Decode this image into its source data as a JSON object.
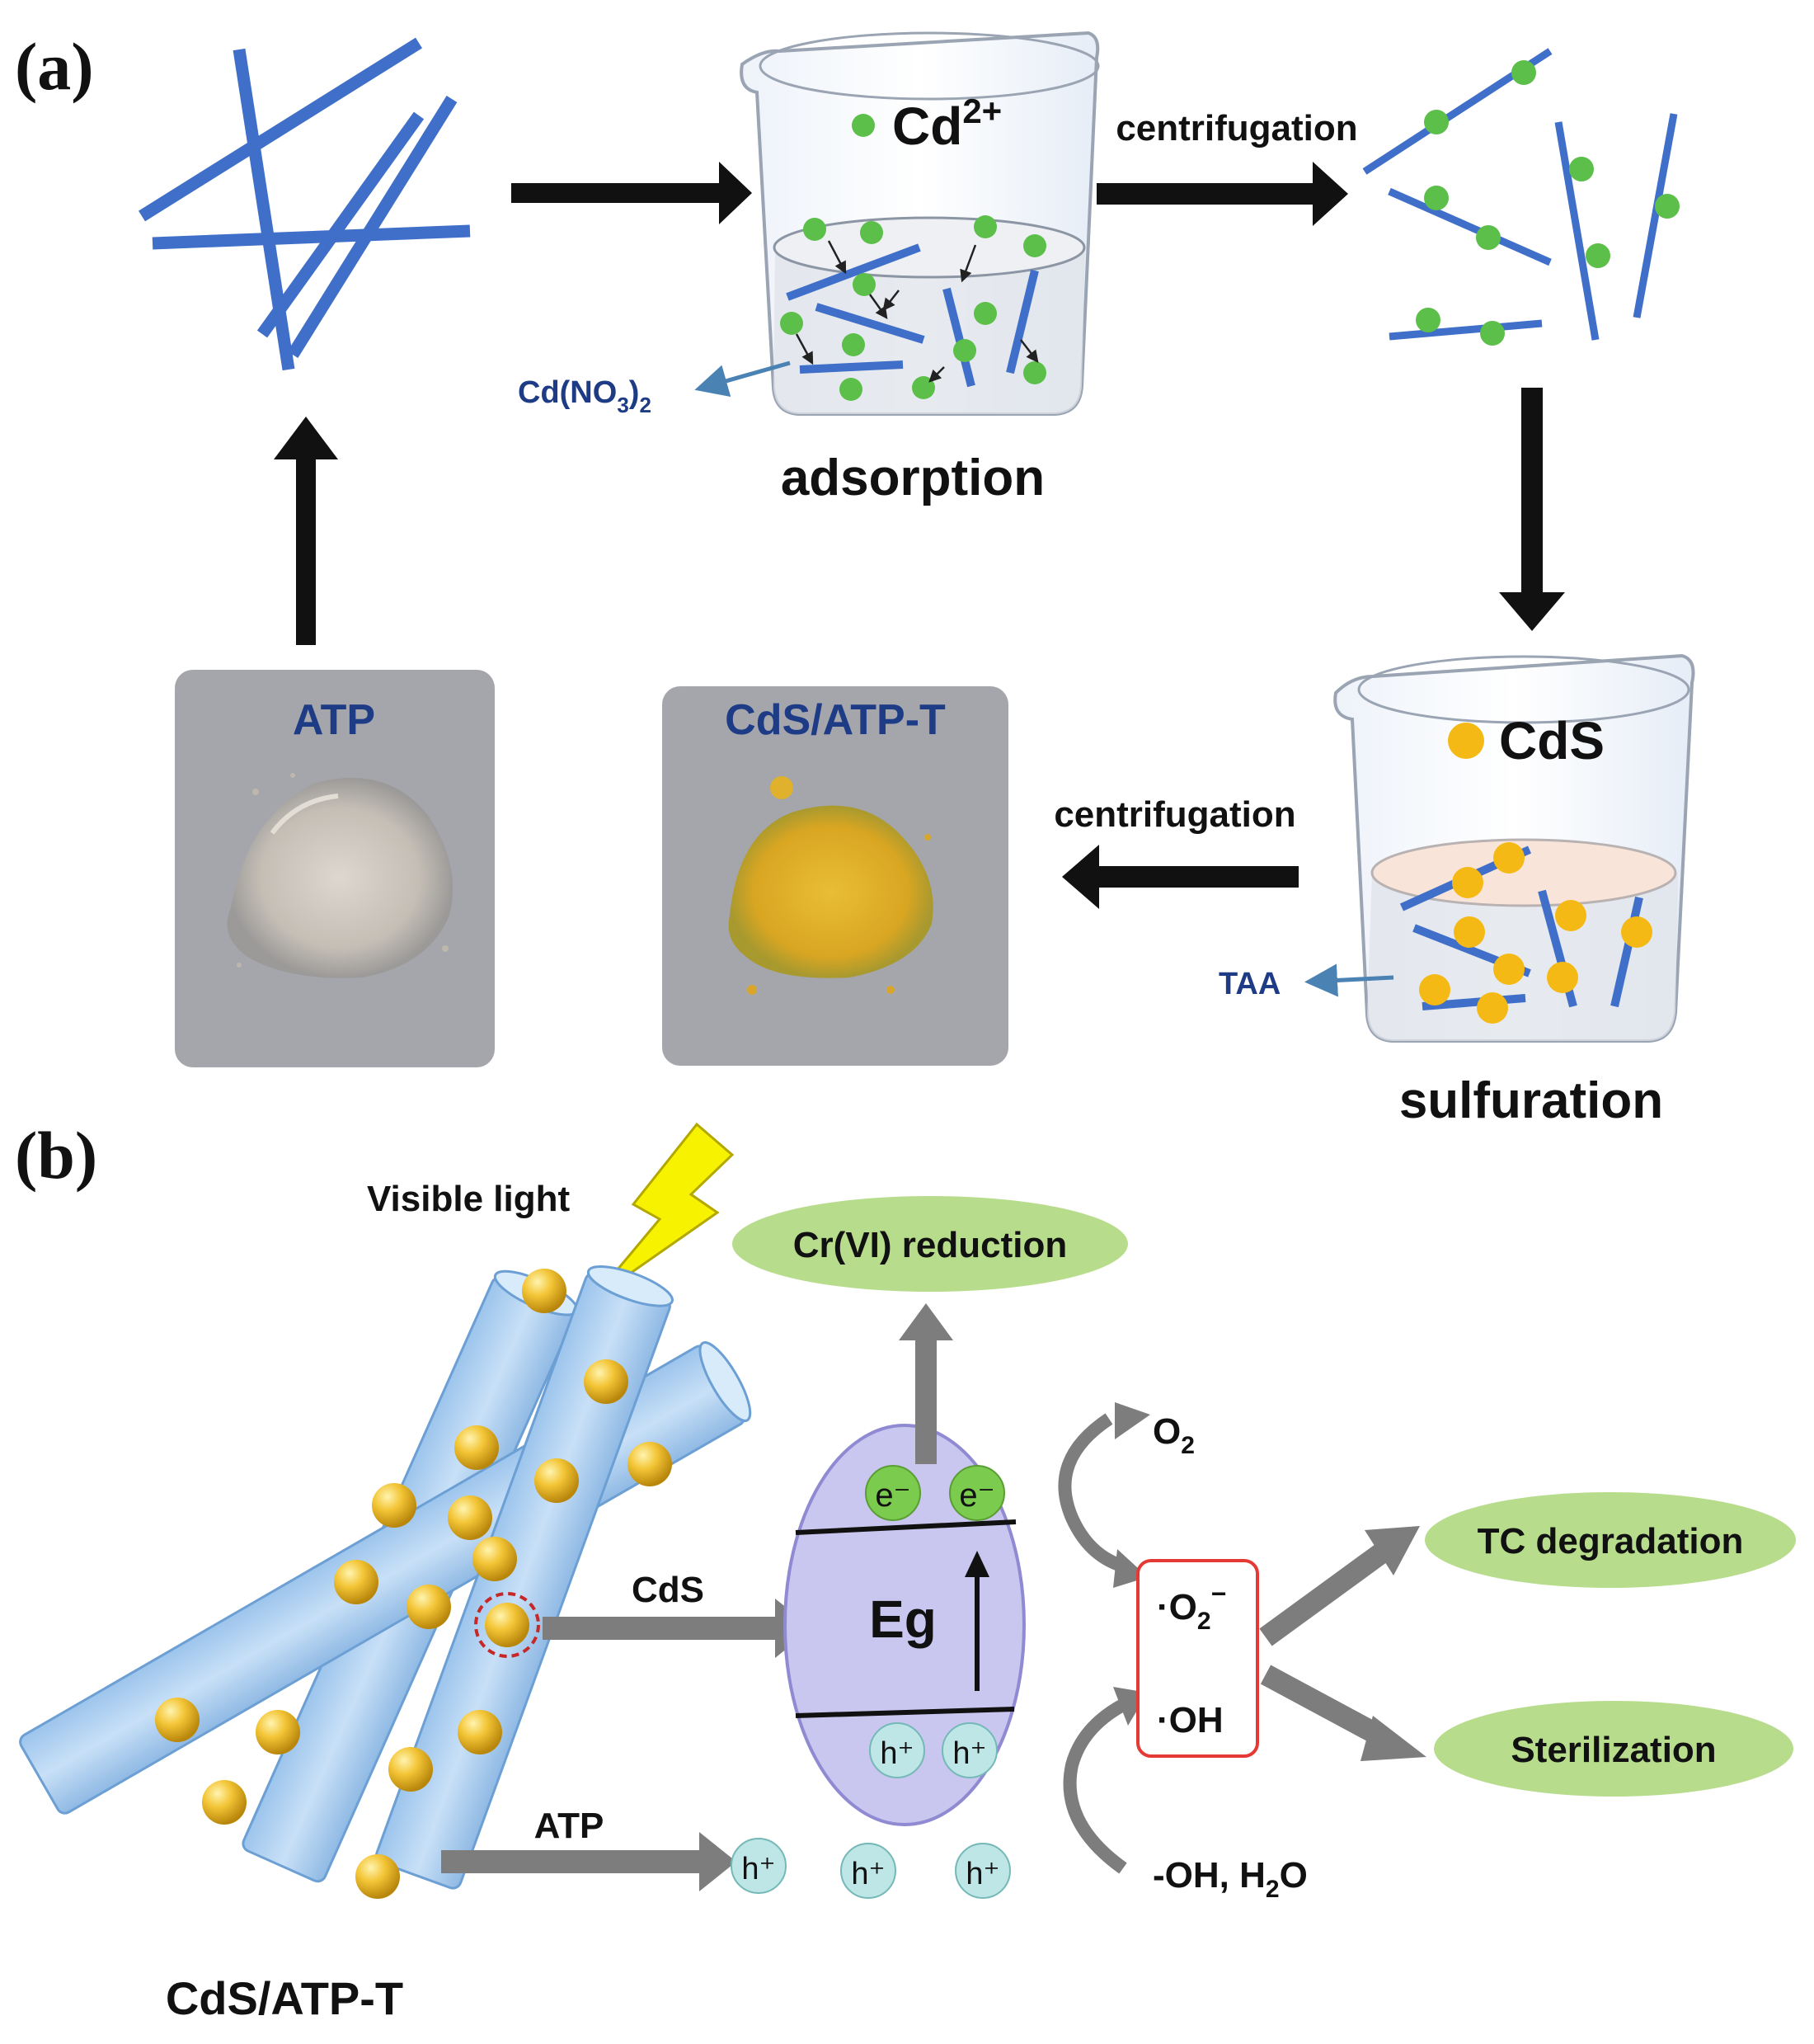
{
  "panel_a": {
    "label": "(a)",
    "cd_ion": "Cd",
    "cd_ion_sup": "2+",
    "cd_source": "Cd(NO",
    "cd_source_sub3": "3",
    "cd_source_close": ")",
    "cd_source_sub2": "2",
    "step_adsorption": "adsorption",
    "centrifugation_1": "centrifugation",
    "product_species": "CdS",
    "sulfur_source": "TAA",
    "step_sulfuration": "sulfuration",
    "centrifugation_2": "centrifugation",
    "photo_atp": "ATP",
    "photo_product": "CdS/ATP-T",
    "colors": {
      "fiber": "#3f6fc9",
      "cd_ion": "#5cbf4a",
      "cds": "#f5b915",
      "photo_label": "#1e3b86",
      "photo_bg": "#9ea0a6",
      "atp_powder": "#cfcac2",
      "cds_powder": "#e3b22a"
    }
  },
  "panel_b": {
    "label": "(b)",
    "light": "Visible light",
    "composite": "CdS/ATP-T",
    "arrow_cds": "CdS",
    "arrow_atp": "ATP",
    "band_gap": "Eg",
    "electron": "e⁻",
    "hole": "h⁺",
    "cr_reduction": "Cr(VI) reduction",
    "oxygen": "O",
    "oxygen_sub": "2",
    "superoxide": "·O",
    "superoxide_sub": "2",
    "superoxide_sup": "−",
    "hydroxyl": "·OH",
    "hydroxyl_source": "-OH, H",
    "hydroxyl_source_sub": "2",
    "hydroxyl_source_end": "O",
    "tc_degradation": "TC degradation",
    "sterilization": "Sterilization",
    "colors": {
      "tube": "#b3d4f2",
      "ellipse": "#c9c7ef",
      "electron": "#7acb4e",
      "hole": "#bfe6e6",
      "green_label": "#b7dc8c",
      "radical_box": "#e53935",
      "gray_arrow": "#7d7d7d"
    }
  }
}
